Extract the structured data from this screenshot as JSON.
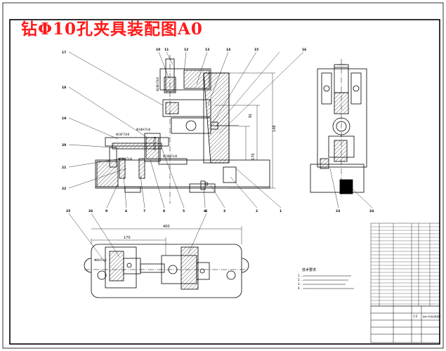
{
  "title": "钻Φ10孔夹具装配图A0",
  "front_view": {
    "dims": {
      "overall_height": "148",
      "height_170": "170",
      "height_91": "91"
    },
    "fits": [
      "Φ18H7/n6",
      "Φ10F7/k6",
      "Φ28H7/k6",
      "Φ22H7/r6",
      "Φ10H7/n6",
      "Φ28H7/n6"
    ],
    "balloons_top": [
      "10",
      "11",
      "12",
      "13",
      "14",
      "15",
      "16"
    ],
    "balloons_left": [
      "17",
      "18",
      "19",
      "20",
      "21",
      "22"
    ],
    "balloons_bottom": [
      "1",
      "2",
      "3",
      "4",
      "5",
      "6",
      "7",
      "8",
      "9"
    ]
  },
  "side_view": {
    "balloons": [
      "23",
      "24"
    ]
  },
  "top_view": {
    "dims": {
      "overall_width": "400",
      "inner_width": "170",
      "left_small": "Φ8H7/n6"
    },
    "balloons": [
      "25",
      "26",
      "4"
    ]
  },
  "notes": {
    "heading": "技术要求",
    "items": [
      "1. ...",
      "2. ...",
      "3. ...",
      "4. ..."
    ]
  },
  "title_block": {
    "drawing_name": "钻Φ10孔夹具装配图",
    "scale": "1:2"
  }
}
